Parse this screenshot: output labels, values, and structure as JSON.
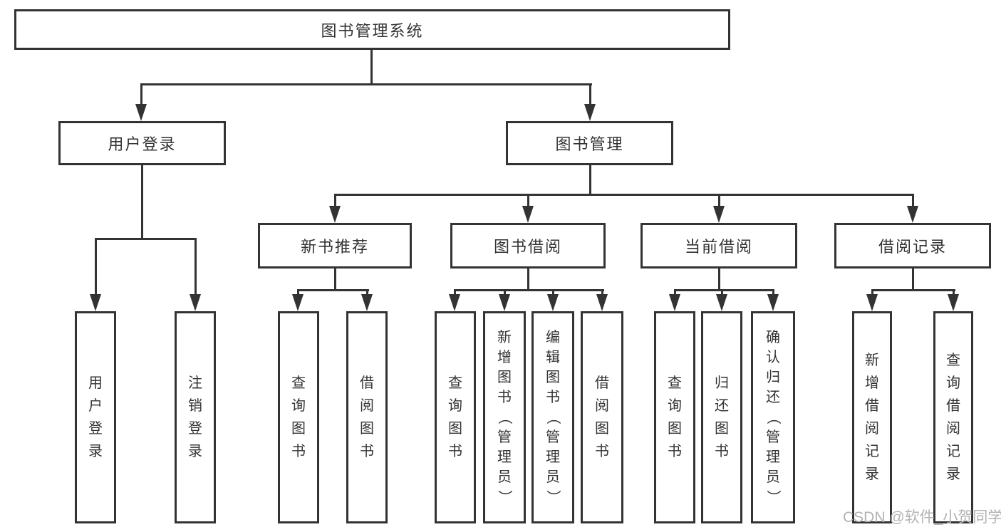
{
  "colors": {
    "line": "#333333",
    "text": "#333333",
    "bg": "#ffffff",
    "watermark": "#b3b3b3"
  },
  "watermark": {
    "text": "CSDN @软件_小贺同学"
  },
  "tree": {
    "root": {
      "label": "图书管理系统"
    },
    "level2": [
      {
        "label": "用户登录"
      },
      {
        "label": "图书管理"
      }
    ],
    "level3": [
      {
        "label": "新书推荐"
      },
      {
        "label": "图书借阅"
      },
      {
        "label": "当前借阅"
      },
      {
        "label": "借阅记录"
      }
    ],
    "leaves": {
      "user_login": [
        "用户登录",
        "注销登录"
      ],
      "new_book": [
        "查询图书",
        "借阅图书"
      ],
      "book_borrow": [
        "查询图书",
        "新增图书（管理员）",
        "编辑图书（管理员）",
        "借阅图书"
      ],
      "current_borrow": [
        "查询图书",
        "归还图书",
        "确认归还（管理员）"
      ],
      "borrow_record": [
        "新增借阅记录",
        "查询借阅记录"
      ]
    }
  }
}
